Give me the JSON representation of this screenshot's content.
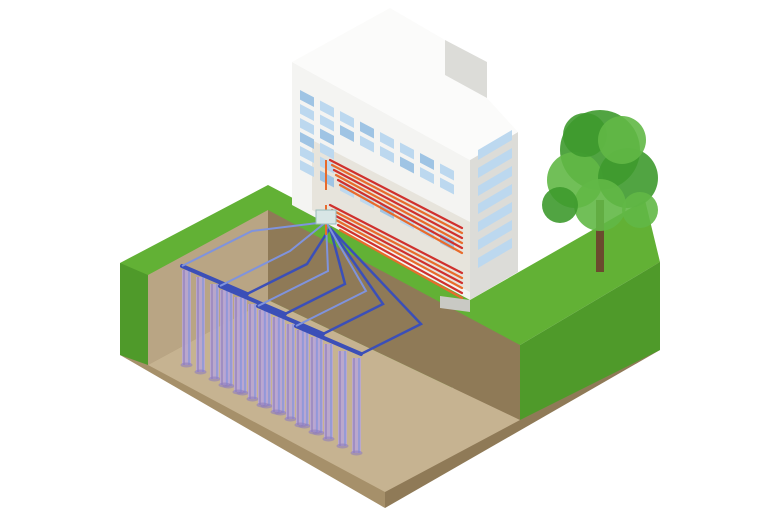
{
  "scene": {
    "subject": "geothermal-pile-heat-exchange-system",
    "colors": {
      "background": "#ffffff",
      "grass_top": "#62b135",
      "grass_edge": "#4f9a2a",
      "soil_side_left": "#a6906a",
      "soil_side_right": "#8f7a57",
      "soil_pit_back": "#b9a584",
      "soil_pit_floor": "#c6b391",
      "building_wall": "#f4f4f2",
      "building_shade": "#dcdcd8",
      "building_roof": "#fbfbfa",
      "window": "#bcd8ef",
      "window_dark": "#9fc4e4",
      "pipe_hot": "#d0312d",
      "pipe_warm": "#e86b2c",
      "pipe_cold": "#3b4fb8",
      "pipe_cool": "#7f93dd",
      "pile": "#b7a6d6",
      "pile_shade": "#8f7dbd",
      "tree_foliage": "#3e9a2e",
      "tree_foliage_light": "#62b846",
      "tree_trunk": "#6b4a2e"
    },
    "pile_rows": 4,
    "piles_per_row": 5
  }
}
